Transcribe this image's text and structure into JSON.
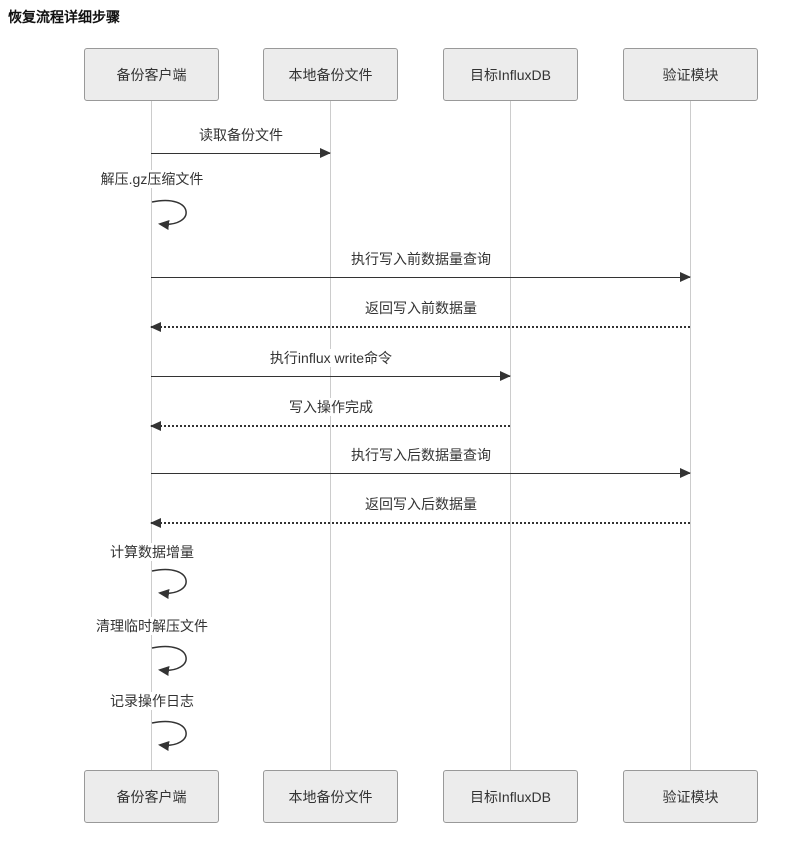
{
  "title": "恢复流程详细步骤",
  "actors": [
    "备份客户端",
    "本地备份文件",
    "目标InfluxDB",
    "验证模块"
  ],
  "messages": [
    {
      "label": "读取备份文件",
      "from": "备份客户端",
      "to": "本地备份文件",
      "style": "solid"
    },
    {
      "label": "解压.gz压缩文件",
      "from": "备份客户端",
      "to": "备份客户端",
      "style": "self"
    },
    {
      "label": "执行写入前数据量查询",
      "from": "备份客户端",
      "to": "验证模块",
      "style": "solid"
    },
    {
      "label": "返回写入前数据量",
      "from": "验证模块",
      "to": "备份客户端",
      "style": "dashed"
    },
    {
      "label": "执行influx write命令",
      "from": "备份客户端",
      "to": "目标InfluxDB",
      "style": "solid"
    },
    {
      "label": "写入操作完成",
      "from": "目标InfluxDB",
      "to": "备份客户端",
      "style": "dashed"
    },
    {
      "label": "执行写入后数据量查询",
      "from": "备份客户端",
      "to": "验证模块",
      "style": "solid"
    },
    {
      "label": "返回写入后数据量",
      "from": "验证模块",
      "to": "备份客户端",
      "style": "dashed"
    },
    {
      "label": "计算数据增量",
      "from": "备份客户端",
      "to": "备份客户端",
      "style": "self"
    },
    {
      "label": "清理临时解压文件",
      "from": "备份客户端",
      "to": "备份客户端",
      "style": "self"
    },
    {
      "label": "记录操作日志",
      "from": "备份客户端",
      "to": "备份客户端",
      "style": "self"
    }
  ],
  "colors": {
    "actor_fill": "#ececec",
    "actor_border": "#999999",
    "lifeline": "#cccccc",
    "arrow": "#333333",
    "text": "#333333",
    "background": "#ffffff"
  }
}
